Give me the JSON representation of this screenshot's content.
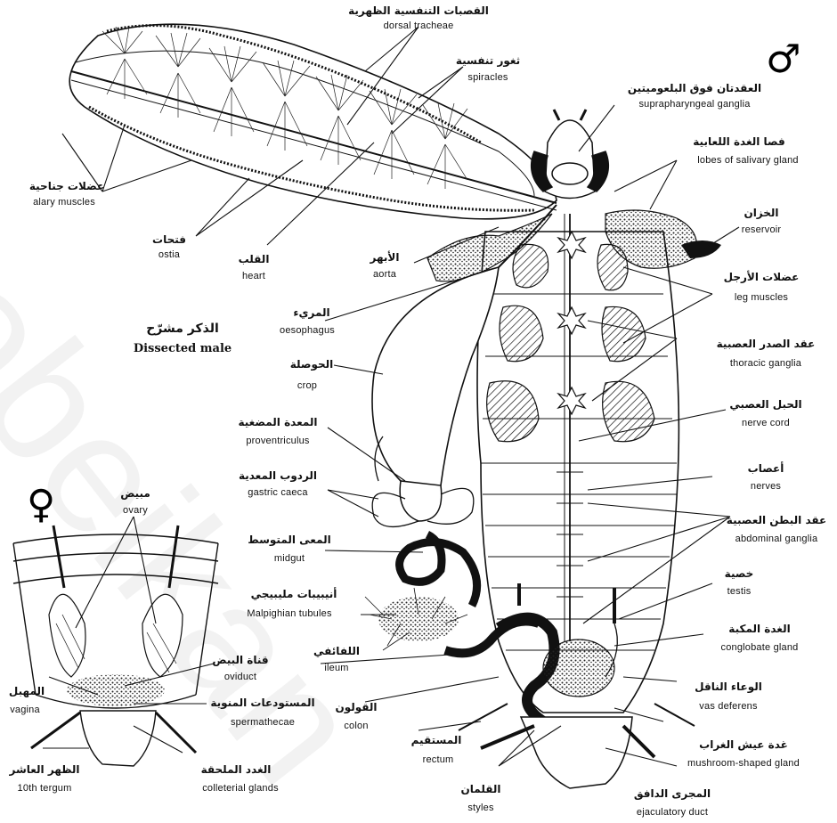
{
  "labels": [
    {
      "id": "dorsal-tracheae",
      "ar": "القصبات التنفسية الظهرية",
      "en": "dorsal tracheae"
    },
    {
      "id": "spiracles",
      "ar": "ثغور تنفسية",
      "en": "spiracles"
    },
    {
      "id": "suprapharyngeal-ganglia",
      "ar": "العقدتان فوق البلعوميتين",
      "en": "suprapharyngeal ganglia"
    },
    {
      "id": "salivary-gland-lobes",
      "ar": "فصا الغدة اللعابية",
      "en": "lobes of salivary gland"
    },
    {
      "id": "reservoir",
      "ar": "الخزان",
      "en": "reservoir"
    },
    {
      "id": "alary-muscles",
      "ar": "عضلات جناحية",
      "en": "alary muscles"
    },
    {
      "id": "ostia",
      "ar": "فتحات",
      "en": "ostia"
    },
    {
      "id": "heart",
      "ar": "القلب",
      "en": "heart"
    },
    {
      "id": "aorta",
      "ar": "الأبهر",
      "en": "aorta"
    },
    {
      "id": "leg-muscles",
      "ar": "عضلات الأرجل",
      "en": "leg muscles"
    },
    {
      "id": "oesophagus",
      "ar": "المريء",
      "en": "oesophagus"
    },
    {
      "id": "thoracic-ganglia",
      "ar": "عقد الصدر العصبية",
      "en": "thoracic ganglia"
    },
    {
      "id": "crop",
      "ar": "الحوصلة",
      "en": "crop"
    },
    {
      "id": "nerve-cord",
      "ar": "الحبل العصبي",
      "en": "nerve cord"
    },
    {
      "id": "proventriculus",
      "ar": "المعدة المضغية",
      "en": "proventriculus"
    },
    {
      "id": "nerves",
      "ar": "أعصاب",
      "en": "nerves"
    },
    {
      "id": "gastric-caeca",
      "ar": "الردوب المعدية",
      "en": "gastric caeca"
    },
    {
      "id": "abdominal-ganglia",
      "ar": "عقد البطن العصبية",
      "en": "abdominal ganglia"
    },
    {
      "id": "midgut",
      "ar": "المعى المتوسط",
      "en": "midgut"
    },
    {
      "id": "testis",
      "ar": "خصية",
      "en": "testis"
    },
    {
      "id": "malpighian-tubules",
      "ar": "أنيبيبات مليبيجي",
      "en": "Malpighian tubules"
    },
    {
      "id": "conglobate-gland",
      "ar": "الغدة المكبة",
      "en": "conglobate gland"
    },
    {
      "id": "ileum",
      "ar": "اللفائفي",
      "en": "ileum"
    },
    {
      "id": "vas-deferens",
      "ar": "الوعاء الناقل",
      "en": "vas deferens"
    },
    {
      "id": "colon",
      "ar": "القولون",
      "en": "colon"
    },
    {
      "id": "mushroom-shaped-gland",
      "ar": "غدة عيش الغراب",
      "en": "mushroom-shaped gland"
    },
    {
      "id": "rectum",
      "ar": "المستقيم",
      "en": "rectum"
    },
    {
      "id": "styles",
      "ar": "القلمان",
      "en": "styles"
    },
    {
      "id": "ejaculatory-duct",
      "ar": "المجرى الدافق",
      "en": "ejaculatory duct"
    },
    {
      "id": "ovary",
      "ar": "مبيض",
      "en": "ovary"
    },
    {
      "id": "oviduct",
      "ar": "قناة البيض",
      "en": "oviduct"
    },
    {
      "id": "vagina",
      "ar": "المهبل",
      "en": "vagina"
    },
    {
      "id": "spermathecae",
      "ar": "المستودعات المنوية",
      "en": "spermathecae"
    },
    {
      "id": "tenth-tergum",
      "ar": "الظهر العاشر",
      "en": "10th tergum"
    },
    {
      "id": "colleterial-glands",
      "ar": "الغدد الملحقة",
      "en": "colleterial glands"
    }
  ],
  "titles": {
    "male_ar": "الذكر مشرّح",
    "male_en": "Dissected male"
  },
  "symbols": {
    "male": "♂",
    "female": "♀"
  },
  "watermark": "obeikan",
  "colors": {
    "ink": "#111111",
    "fill_light": "#ffffff",
    "watermark": "#000000"
  }
}
